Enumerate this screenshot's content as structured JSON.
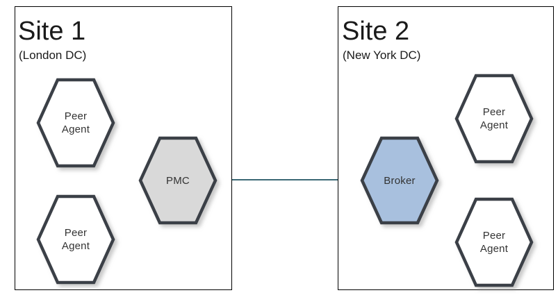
{
  "diagram": {
    "background_color": "#ffffff",
    "sites": [
      {
        "id": "site-1",
        "title": "Site 1",
        "subtitle": "(London DC)",
        "border_color": "#000000"
      },
      {
        "id": "site-2",
        "title": "Site 2",
        "subtitle": "(New York DC)",
        "border_color": "#000000"
      }
    ],
    "nodes": [
      {
        "id": "site1-peer-agent-top",
        "label": "Peer\nAgent",
        "shape": "hexagon",
        "fill": "#ffffff",
        "stroke": "#3b3f47"
      },
      {
        "id": "site1-peer-agent-bottom",
        "label": "Peer\nAgent",
        "shape": "hexagon",
        "fill": "#ffffff",
        "stroke": "#3b3f47"
      },
      {
        "id": "site1-pmc",
        "label": "PMC",
        "shape": "hexagon",
        "fill": "#d9d9d9",
        "stroke": "#3b3f47"
      },
      {
        "id": "site2-broker",
        "label": "Broker",
        "shape": "hexagon",
        "fill": "#a8c0de",
        "stroke": "#3b3f47"
      },
      {
        "id": "site2-peer-agent-top",
        "label": "Peer\nAgent",
        "shape": "hexagon",
        "fill": "#ffffff",
        "stroke": "#3b3f47"
      },
      {
        "id": "site2-peer-agent-bottom",
        "label": "Peer\nAgent",
        "shape": "hexagon",
        "fill": "#ffffff",
        "stroke": "#3b3f47"
      }
    ],
    "links": [
      {
        "id": "link-peer-top-to-pmc",
        "from": "site1-peer-agent-top",
        "to": "site1-pmc",
        "color": "#1f5260"
      },
      {
        "id": "link-peer-bottom-to-pmc",
        "from": "site1-peer-agent-bottom",
        "to": "site1-pmc",
        "color": "#1f5260"
      },
      {
        "id": "link-pmc-to-broker",
        "from": "site1-pmc",
        "to": "site2-broker",
        "color": "#1f5260"
      },
      {
        "id": "link-broker-to-peer-top",
        "from": "site2-broker",
        "to": "site2-peer-agent-top",
        "color": "#1f5260"
      },
      {
        "id": "link-broker-to-peer-bottom",
        "from": "site2-broker",
        "to": "site2-peer-agent-bottom",
        "color": "#1f5260"
      }
    ]
  }
}
